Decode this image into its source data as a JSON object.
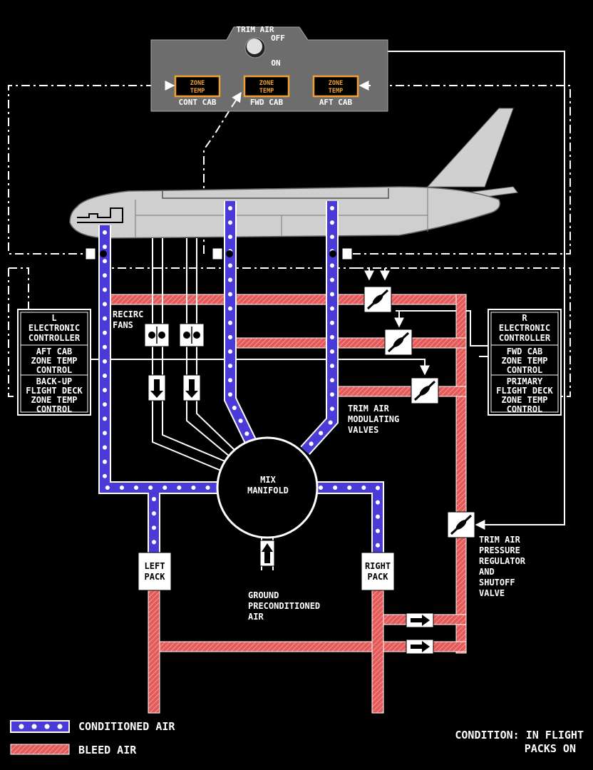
{
  "colors": {
    "background": "#000000",
    "conditioned_air": "#4a3bd8",
    "bleed_air": "#e35a5a",
    "panel": "#6d6d6d",
    "zone_box_border": "#f0a030"
  },
  "panel": {
    "title": "TRIM AIR",
    "switch_off": "OFF",
    "switch_on": "ON",
    "zone_temp_line1": "ZONE",
    "zone_temp_line2": "TEMP",
    "zones": [
      "CONT CAB",
      "FWD CAB",
      "AFT CAB"
    ]
  },
  "left_controller": {
    "header": [
      "L",
      "ELECTRONIC",
      "CONTROLLER"
    ],
    "section1": [
      "AFT CAB",
      "ZONE TEMP",
      "CONTROL"
    ],
    "section2": [
      "BACK-UP",
      "FLIGHT DECK",
      "ZONE TEMP",
      "CONTROL"
    ]
  },
  "right_controller": {
    "header": [
      "R",
      "ELECTRONIC",
      "CONTROLLER"
    ],
    "section1": [
      "FWD CAB",
      "ZONE TEMP",
      "CONTROL"
    ],
    "section2": [
      "PRIMARY",
      "FLIGHT DECK",
      "ZONE TEMP",
      "CONTROL"
    ]
  },
  "labels": {
    "recirc_fans": [
      "RECIRC",
      "FANS"
    ],
    "mix_manifold": [
      "MIX",
      "MANIFOLD"
    ],
    "left_pack": [
      "LEFT",
      "PACK"
    ],
    "right_pack": [
      "RIGHT",
      "PACK"
    ],
    "ground_air": [
      "GROUND",
      "PRECONDITIONED",
      "AIR"
    ],
    "trim_modulating": [
      "TRIM AIR",
      "MODULATING",
      "VALVES"
    ],
    "trim_pressure": [
      "TRIM AIR",
      "PRESSURE",
      "REGULATOR",
      "AND",
      "SHUTOFF",
      "VALVE"
    ]
  },
  "legend": {
    "conditioned_air": "CONDITIONED AIR",
    "bleed_air": "BLEED AIR"
  },
  "condition": {
    "line1": "CONDITION: IN FLIGHT",
    "line2": "PACKS ON"
  }
}
